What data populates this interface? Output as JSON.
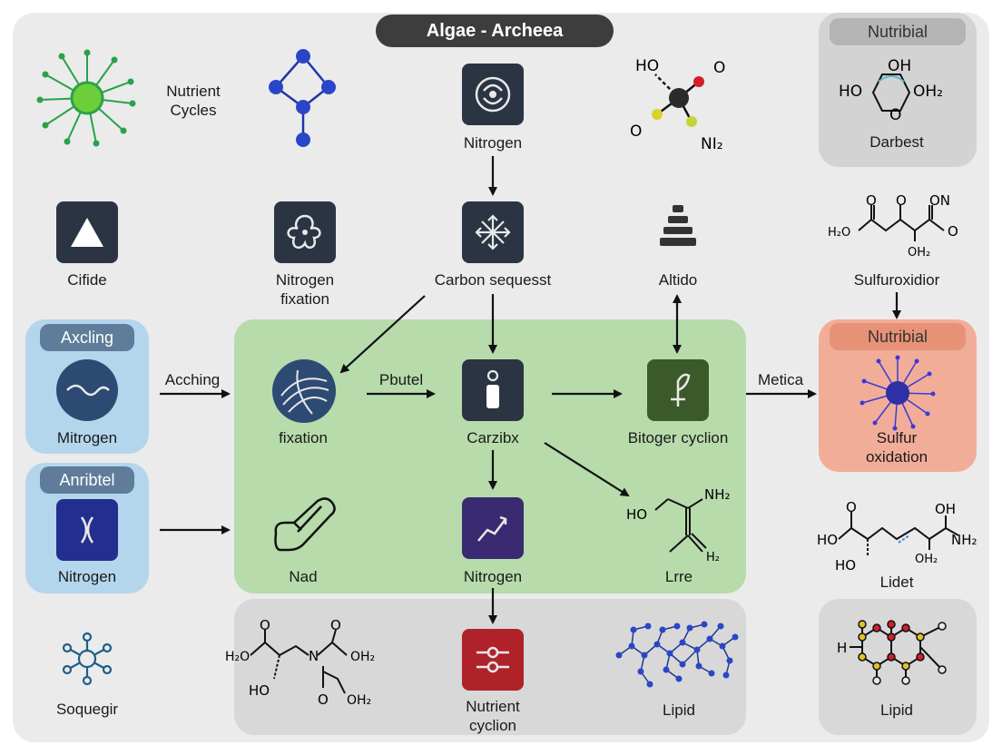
{
  "title": "Algae - Archeea",
  "panels": {
    "top_right_header": "Nutribial",
    "orange_header": "Nutribial",
    "blue1_header": "Axcling",
    "blue2_header": "Anribtel"
  },
  "labels": {
    "nutrient_cycles": "Nutrient\nCycles",
    "nitrogen_top": "Nitrogen",
    "darbest": "Darbest",
    "cifide": "Cifide",
    "nitrogen_fixation": "Nitrogen\nfixation",
    "carbon_sequest": "Carbon sequesst",
    "altido": "Altido",
    "sulfuroxidior": "Sulfuroxidior",
    "mitrogen": "Mitrogen",
    "fixation": "fixation",
    "carzibx": "Carzibx",
    "bitoger_cyclion": "Bitoger cyclion",
    "sulfur_oxidation": "Sulfur\noxidation",
    "nitrogen_blue": "Nitrogen",
    "nad": "Nad",
    "nitrogen_green": "Nitrogen",
    "lrre": "Lrre",
    "lidet": "Lidet",
    "soquegir": "Soquegir",
    "nutrient_cyclion": "Nutrient\ncyclion",
    "lipid_mid": "Lipid",
    "lipid_right": "Lipid"
  },
  "arrow_labels": {
    "acching": "Acching",
    "pbutel": "Pbutel",
    "metica": "Metica"
  },
  "chem": {
    "top_molecule": {
      "ho": "HO",
      "o1": "O",
      "o2": "O",
      "n": "NI₂"
    },
    "darbest_molecule": {
      "oh_top": "OH",
      "ho": "HO",
      "oh2": "OH₂",
      "o": "O"
    },
    "sulfur_molecule": {
      "o1": "O",
      "o2": "O",
      "on": "ON",
      "h2o": "H₂O",
      "o3": "O",
      "oh2": "OH₂"
    },
    "lrre_molecule": {
      "ho": "HO",
      "nh2": "NH₂",
      "h2": "H₂"
    },
    "lidet_molecule": {
      "o": "O",
      "oh": "OH",
      "ho": "HO",
      "nh2": "NH₂",
      "ho2": "HO",
      "oh2": "OH₂"
    },
    "bottom_molecule": {
      "o1": "O",
      "o2": "O",
      "h2o": "H₂O",
      "n": "N",
      "oh2a": "OH₂",
      "ho": "HO",
      "o3": "O",
      "oh2b": "OH₂"
    },
    "lipid_right_molecule": {
      "h": "H"
    }
  },
  "icons": [
    "algae-cell-icon",
    "molecule-network-icon",
    "nitrogen-cycle-icon",
    "triangle-icon",
    "flower-icon",
    "carbon-arrows-icon",
    "stack-icon",
    "wave-icon",
    "swirl-icon",
    "cylinder-icon",
    "leaf-icon",
    "bracket-icon",
    "capsule-icon",
    "chart-line-icon",
    "chain-icon",
    "network-icon",
    "bacteria-icon"
  ],
  "colors": {
    "tile_dark": "#2b3443",
    "green_region": "#b7dbab",
    "orange_panel": "#f2ad99",
    "blue_panel": "#b4d6ec",
    "tile_green": "#3a5a2a",
    "tile_purple": "#3a2a72",
    "tile_red": "#b0222a",
    "tile_navy": "#232e8e"
  }
}
